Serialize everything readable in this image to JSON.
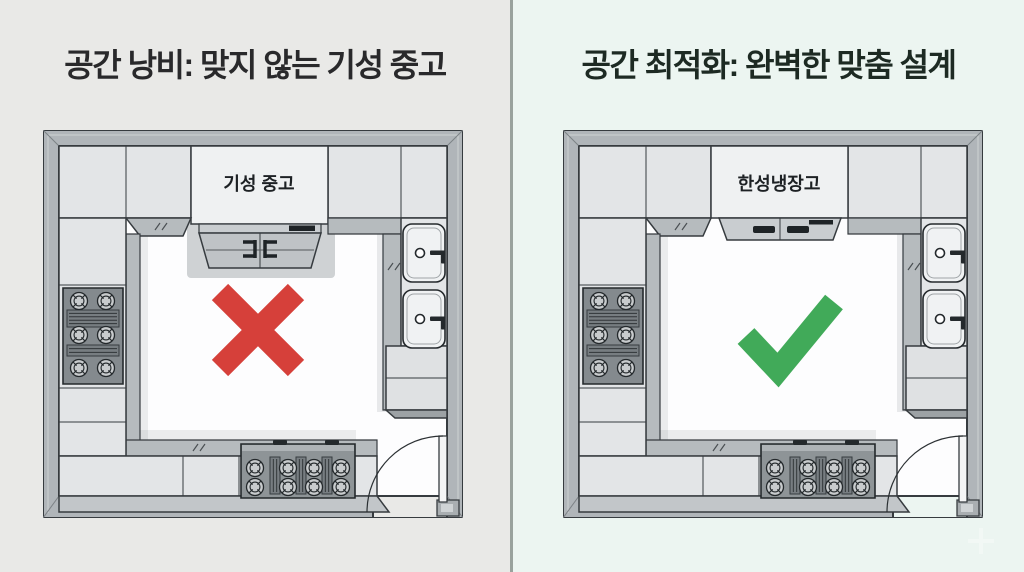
{
  "page": {
    "bg_left": "#e9e9e7",
    "bg_right": "#ecf5f1",
    "divider_color": "#99a29d"
  },
  "before": {
    "title": "공간 낭비: 맞지 않는 기성 중고",
    "title_color": "#29292b",
    "fridge_label": "기성 중고",
    "fit": "protruding",
    "mark": "x",
    "mark_color": "#d6403a"
  },
  "after": {
    "title": "공간 최적화: 완벽한 맞춤 설계",
    "title_color": "#1d2a23",
    "fridge_label": "한성냉장고",
    "fit": "flush",
    "mark": "check",
    "mark_color": "#41aa59"
  },
  "plan_colors": {
    "wall": "#b0b5b9",
    "wall_skirt": "#c2c6c9",
    "cabinet": "#e3e5e7",
    "fridge": "#eff1f2",
    "counter": "#b6bbbe",
    "appliance": "#8e9497",
    "appliance_dark": "#777d81",
    "outline": "#363b3f",
    "detail": "#24292c",
    "floor": "#fdfdfe",
    "sink": "#f0f2f3",
    "handle": "#1e2326",
    "shadow": "rgba(104,112,117,0.30)"
  }
}
